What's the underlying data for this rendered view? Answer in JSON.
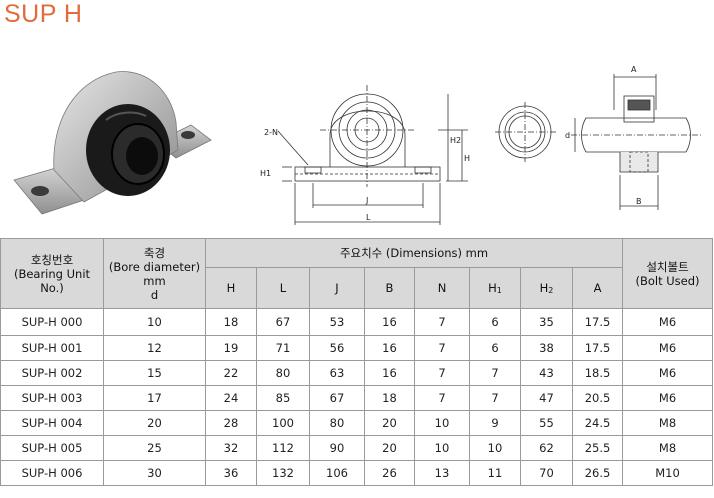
{
  "title": "SUP H",
  "drawing_labels": {
    "n": "2-N",
    "h1": "H1",
    "h2": "H2",
    "h": "H",
    "j": "J",
    "l": "L",
    "a": "A",
    "b": "B",
    "d": "d"
  },
  "table": {
    "header": {
      "code": [
        "호칭번호",
        "(Bearing Unit",
        "No.)"
      ],
      "bore": [
        "축경",
        "(Bore diameter)",
        "mm",
        "d"
      ],
      "dimensions": "주요치수 (Dimensions) mm",
      "bolt": [
        "설치볼트",
        "(Bolt Used)"
      ],
      "dims": [
        "H",
        "L",
        "J",
        "B",
        "N",
        "H",
        "H",
        "A"
      ],
      "dims_sub": [
        "",
        "",
        "",
        "",
        "",
        "1",
        "2",
        ""
      ]
    },
    "rows": [
      [
        "SUP-H 000",
        "10",
        "18",
        "67",
        "53",
        "16",
        "7",
        "6",
        "35",
        "17.5",
        "M6"
      ],
      [
        "SUP-H 001",
        "12",
        "19",
        "71",
        "56",
        "16",
        "7",
        "6",
        "38",
        "17.5",
        "M6"
      ],
      [
        "SUP-H 002",
        "15",
        "22",
        "80",
        "63",
        "16",
        "7",
        "7",
        "43",
        "18.5",
        "M6"
      ],
      [
        "SUP-H 003",
        "17",
        "24",
        "85",
        "67",
        "18",
        "7",
        "7",
        "47",
        "20.5",
        "M6"
      ],
      [
        "SUP-H 004",
        "20",
        "28",
        "100",
        "80",
        "20",
        "10",
        "9",
        "55",
        "24.5",
        "M8"
      ],
      [
        "SUP-H 005",
        "25",
        "32",
        "112",
        "90",
        "20",
        "10",
        "10",
        "62",
        "25.5",
        "M8"
      ],
      [
        "SUP-H 006",
        "30",
        "36",
        "132",
        "106",
        "26",
        "13",
        "11",
        "70",
        "26.5",
        "M10"
      ]
    ]
  }
}
